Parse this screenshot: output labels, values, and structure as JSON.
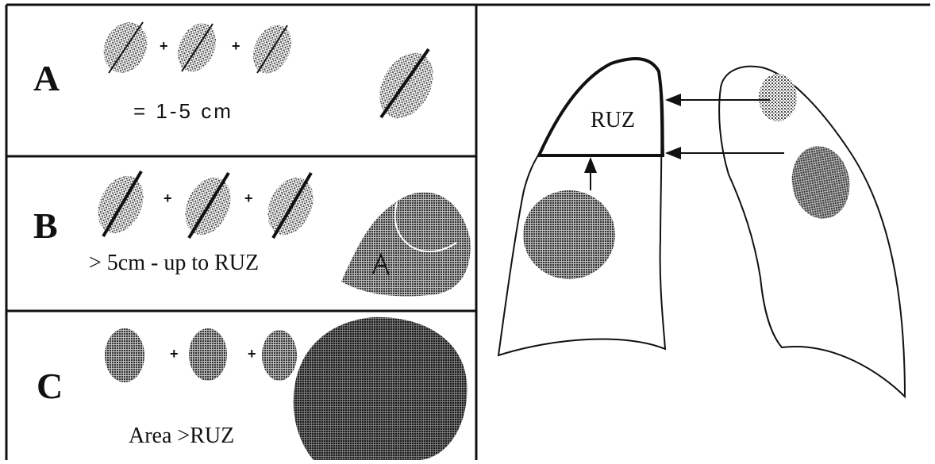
{
  "panels": [
    {
      "letter": "A",
      "caption": "= 1-5 cm",
      "plus": [
        "+",
        "+"
      ]
    },
    {
      "letter": "B",
      "caption": "> 5cm - up to RUZ",
      "plus": [
        "+",
        "+"
      ]
    },
    {
      "letter": "C",
      "caption": "Area >RUZ",
      "plus": [
        "+",
        "+"
      ]
    }
  ],
  "lung_diagram": {
    "zone_label": "RUZ"
  },
  "colors": {
    "ink": "#111111",
    "stipple": "#555555",
    "background": "#ffffff"
  }
}
